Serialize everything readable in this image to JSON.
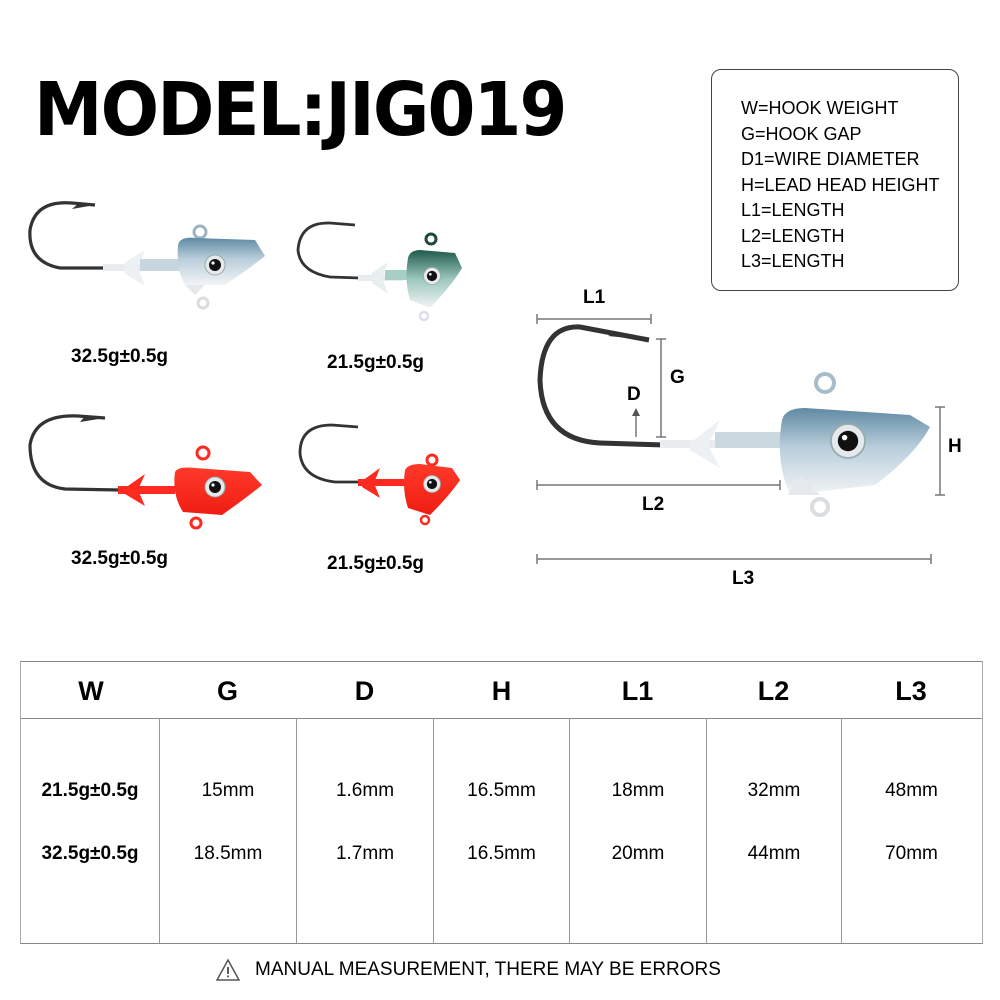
{
  "title": "MODEL:JIG019",
  "legend": [
    "W=HOOK WEIGHT",
    "G=HOOK GAP",
    "D1=WIRE DIAMETER",
    "H=LEAD HEAD HEIGHT",
    "L1=LENGTH",
    "L2=LENGTH",
    "L3=LENGTH"
  ],
  "products": [
    {
      "label": "32.5g±0.5g",
      "color": "blue-white",
      "head": "#8fb0c4"
    },
    {
      "label": "21.5g±0.5g",
      "color": "green-white",
      "head": "#2f6b5e"
    },
    {
      "label": "32.5g±0.5g",
      "color": "red",
      "head": "#ff2a1f"
    },
    {
      "label": "21.5g±0.5g",
      "color": "red",
      "head": "#ff2a1f"
    }
  ],
  "diagram": {
    "labels": {
      "L1": "L1",
      "G": "G",
      "D": "D",
      "H": "H",
      "L2": "L2",
      "L3": "L3"
    }
  },
  "table": {
    "headers": [
      "W",
      "G",
      "D",
      "H",
      "L1",
      "L2",
      "L3"
    ],
    "rows": [
      [
        "21.5g±0.5g",
        "15mm",
        "1.6mm",
        "16.5mm",
        "18mm",
        "32mm",
        "48mm"
      ],
      [
        "32.5g±0.5g",
        "18.5mm",
        "1.7mm",
        "16.5mm",
        "20mm",
        "44mm",
        "70mm"
      ]
    ]
  },
  "note": {
    "icon": "warning-triangle-icon",
    "text": "MANUAL MEASUREMENT, THERE MAY BE ERRORS"
  },
  "colors": {
    "red_jig": "#ff2a1f",
    "blue_jig": "#8fb0c4",
    "green_jig": "#2f6b5e",
    "hook": "#333333",
    "dim_line": "#777777"
  }
}
